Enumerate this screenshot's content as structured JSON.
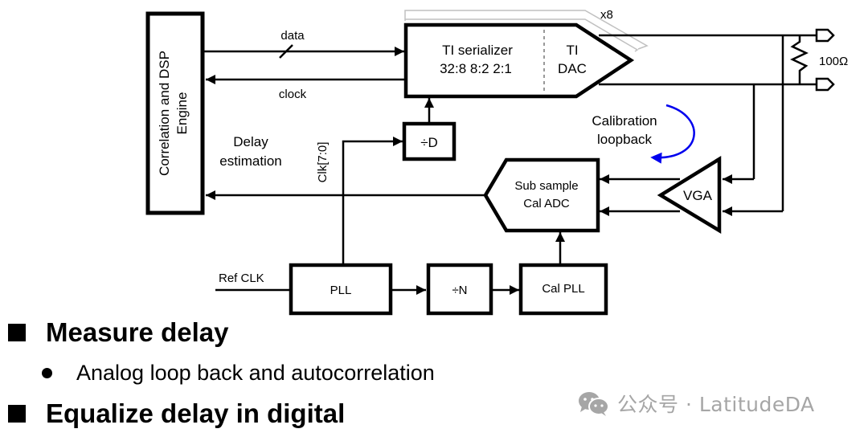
{
  "blocks": {
    "dsp_engine": {
      "line1": "Correlation and DSP",
      "line2": "Engine"
    },
    "serializer": {
      "line1": "TI serializer",
      "line2": "32:8 8:2 2:1"
    },
    "dac": {
      "line1": "TI",
      "line2": "DAC"
    },
    "replica_count": "x8",
    "divider_d": "÷D",
    "cal_adc": {
      "line1": "Sub sample",
      "line2": "Cal ADC"
    },
    "vga": "VGA",
    "pll": "PLL",
    "divider_n": "÷N",
    "cal_pll": "Cal PLL"
  },
  "signals": {
    "data": "data",
    "clock": "clock",
    "delay_estimation": {
      "line1": "Delay",
      "line2": "estimation"
    },
    "clk_bus": "Clk[7:0]",
    "ref_clk": "Ref CLK",
    "termination": "100Ω",
    "calibration": {
      "line1": "Calibration",
      "line2": "loopback"
    }
  },
  "colors": {
    "loopback_arrow": "#0000ee",
    "replica_outline": "#c0c0c0",
    "watermark": "#a6a6a6"
  },
  "bullets": [
    {
      "level": 1,
      "text": "Measure delay"
    },
    {
      "level": 2,
      "text": "Analog loop back and autocorrelation"
    },
    {
      "level": 1,
      "text": "Equalize delay in digital"
    }
  ],
  "watermark": {
    "text": "公众号 · LatitudeDA",
    "icon": "wechat-icon"
  }
}
